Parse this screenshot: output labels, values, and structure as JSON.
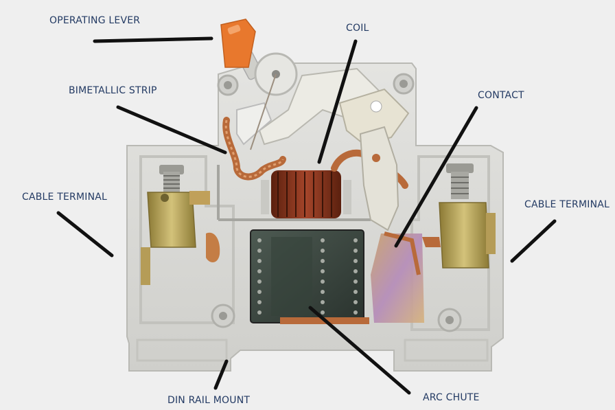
{
  "labels": {
    "operating_lever": "OPERATING LEVER",
    "coil": "COIL",
    "bimetallic_strip": "BIMETALLIC STRIP",
    "contact": "CONTACT",
    "cable_terminal_left": "CABLE TERMINAL",
    "cable_terminal_right": "CABLE TERMINAL",
    "din_rail_mount": "DIN RAIL MOUNT",
    "arc_chute": "ARC CHUTE"
  },
  "colors": {
    "background": "#efefef",
    "label_text": "#233a63",
    "leader_line": "#111111",
    "housing": "#d9d9d6",
    "lever": "#e8782d",
    "copper": "#b86a3a",
    "coil": "#7a2f18",
    "arc_chute": "#3a4640",
    "brass": "#b7a04e"
  }
}
